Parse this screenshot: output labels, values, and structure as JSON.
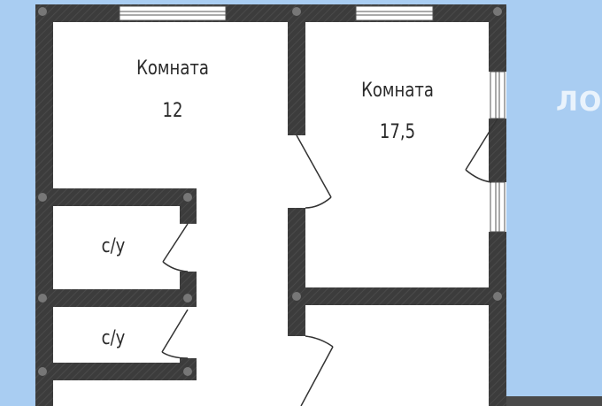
{
  "rooms": [
    {
      "id": "room-1",
      "label": "Комната",
      "area": "12"
    },
    {
      "id": "room-2",
      "label": "Комната",
      "area": "17,5"
    },
    {
      "id": "bath-1",
      "label": "с/у"
    },
    {
      "id": "bath-2",
      "label": "с/у"
    }
  ],
  "watermark": "ЛО",
  "colors": {
    "background": "#a9cdf2",
    "wall": "#3c3c3c",
    "floor": "#ffffff"
  }
}
